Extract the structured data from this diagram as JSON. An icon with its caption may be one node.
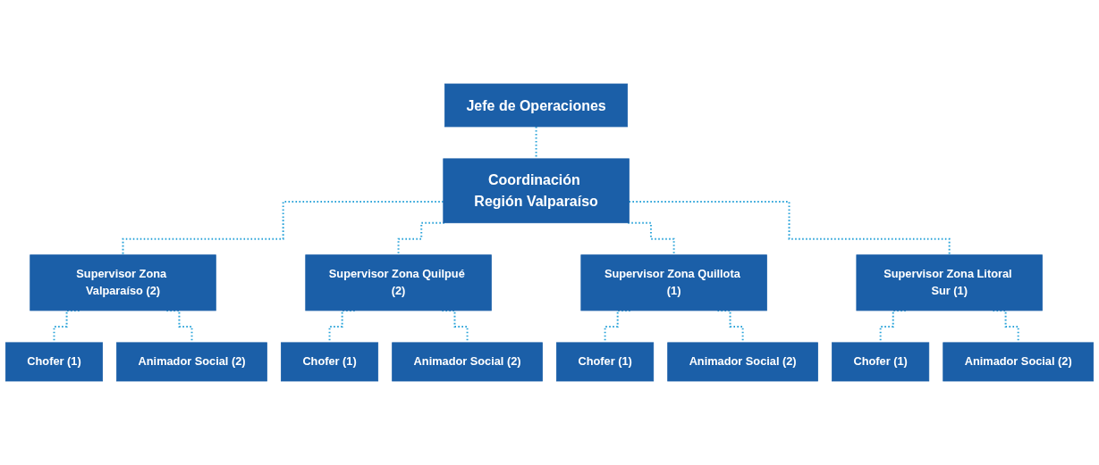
{
  "diagram": {
    "nodes": [
      {
        "text": [
          "Jefe de Operaciones"
        ]
      },
      {
        "text": [
          "Coordinación Región Valparaíso"
        ]
      },
      {
        "text": [
          "Supervisor Zona Valparaíso (2)"
        ]
      },
      {
        "text": [
          "Supervisor Zona Quilpué (2)"
        ]
      },
      {
        "text": [
          "Supervisor Zona Quillota (1)"
        ]
      },
      {
        "text": [
          "Supervisor Zona Litoral Sur (1)"
        ]
      },
      {
        "text": [
          "Chofer (1)"
        ]
      },
      {
        "text": [
          "Animador Social (2)"
        ]
      },
      {
        "text": [
          "Chofer (1)"
        ]
      },
      {
        "text": [
          "Animador Social (2)"
        ]
      },
      {
        "text": [
          "Chofer (1)"
        ]
      },
      {
        "text": [
          "Animador Social (2)"
        ]
      },
      {
        "text": [
          "Chofer (1)"
        ]
      },
      {
        "text": [
          "Animador Social (2)"
        ]
      }
    ],
    "edges": [
      {
        "from": 0,
        "to": 1,
        "arrow": "none",
        "style": "dashed"
      },
      {
        "from": 1,
        "to": 2,
        "arrow": "none",
        "style": "dashed"
      },
      {
        "from": 1,
        "to": 3,
        "arrow": "none",
        "style": "dashed"
      },
      {
        "from": 1,
        "to": 4,
        "arrow": "none",
        "style": "dashed"
      },
      {
        "from": 1,
        "to": 5,
        "arrow": "none",
        "style": "dashed"
      },
      {
        "from": 2,
        "to": 6,
        "arrow": "none",
        "style": "dashed"
      },
      {
        "from": 2,
        "to": 7,
        "arrow": "none",
        "style": "dashed"
      },
      {
        "from": 3,
        "to": 8,
        "arrow": "none",
        "style": "dashed"
      },
      {
        "from": 3,
        "to": 9,
        "arrow": "none",
        "style": "dashed"
      },
      {
        "from": 4,
        "to": 10,
        "arrow": "none",
        "style": "dashed"
      },
      {
        "from": 4,
        "to": 11,
        "arrow": "none",
        "style": "dashed"
      },
      {
        "from": 5,
        "to": 12,
        "arrow": "none",
        "style": "dashed"
      },
      {
        "from": 5,
        "to": 13,
        "arrow": "none",
        "style": "dashed"
      }
    ]
  }
}
